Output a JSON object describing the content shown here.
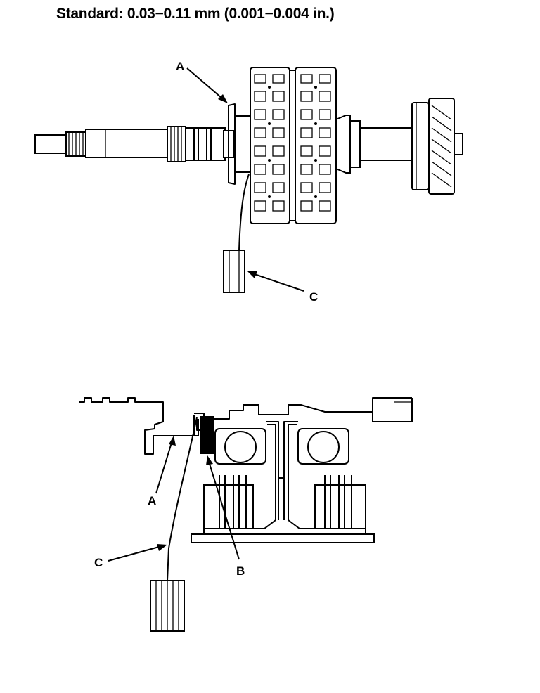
{
  "header": {
    "spec_text": "Standard: 0.03−0.11 mm (0.001−0.004 in.)"
  },
  "labels": {
    "top_a": "A",
    "top_c": "C",
    "bottom_a": "A",
    "bottom_b": "B",
    "bottom_c": "C"
  }
}
